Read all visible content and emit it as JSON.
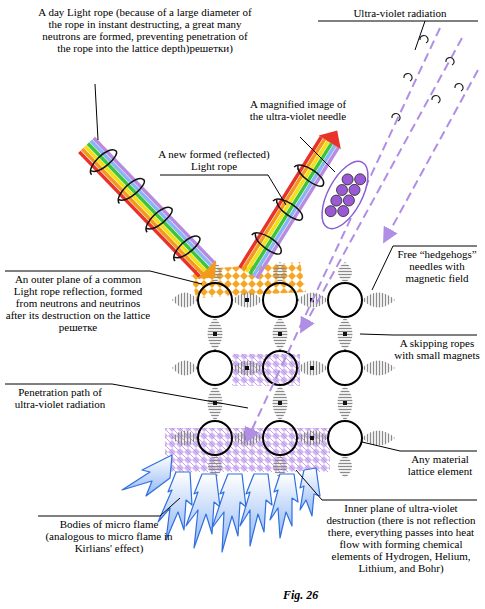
{
  "diagram": {
    "caption": "Fig. 26",
    "labels": [
      "Ultra-violet radiation",
      "A day Light rope (because of a large diameter of the rope in instant destructing, a great many neutrons are formed, preventing penetration of the rope into the lattice depth)решетки)",
      "A magnified image of the ultra-violet needle",
      "A new formed (reflected) Light rope",
      "Free “hedgehogs” needles with magnetic field",
      "An outer plane of a common Light rope reflection, formed from neutrons and neutrinos after its destruction on the lattice решетке",
      "A skipping ropes with small magnets",
      "Penetration path of ultra-violet radiation",
      "Any material lattice element",
      "Inner plane of ultra-violet destruction (there is not reflection there, everything passes into heat flow with forming chemical elements of Hydrogen, Helium, Lithium, and Bohr)",
      "Bodies of micro flame (analogous to micro flame in Kirlians' effect)"
    ]
  }
}
